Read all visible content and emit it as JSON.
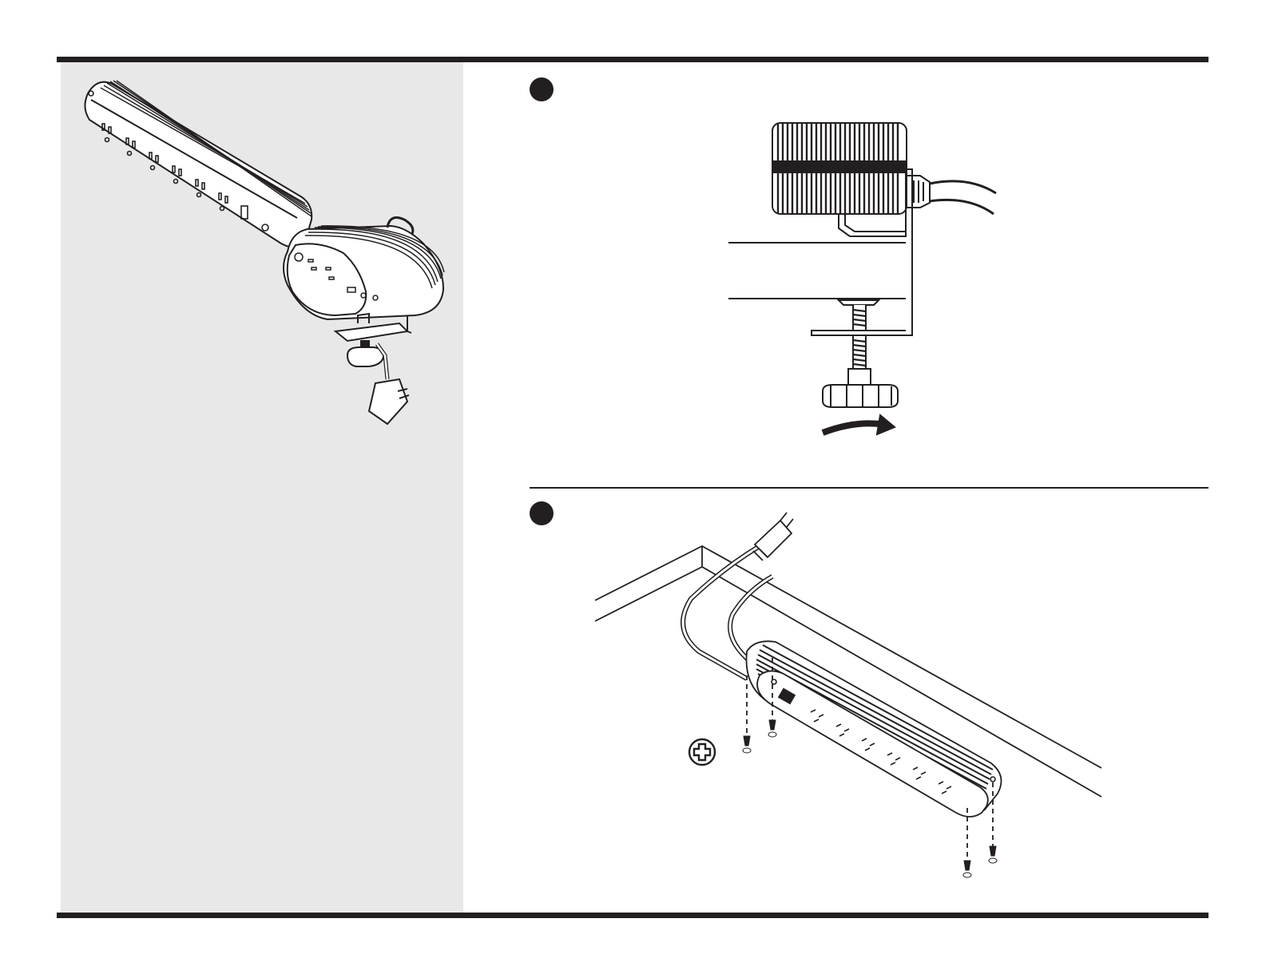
{
  "document": {
    "figures": [
      {
        "id": "overview",
        "icon": "power-strip-clamp-assembly-illustration"
      },
      {
        "id": "step-1",
        "icon": "clamp-tighten-knob-illustration"
      },
      {
        "id": "step-2",
        "icon": "screw-mount-under-desk-illustration"
      }
    ],
    "tool_icon": "phillips-screwdriver-icon",
    "colors": {
      "ink": "#231f20",
      "panel": "#e8e8e8",
      "paper": "#ffffff"
    }
  }
}
